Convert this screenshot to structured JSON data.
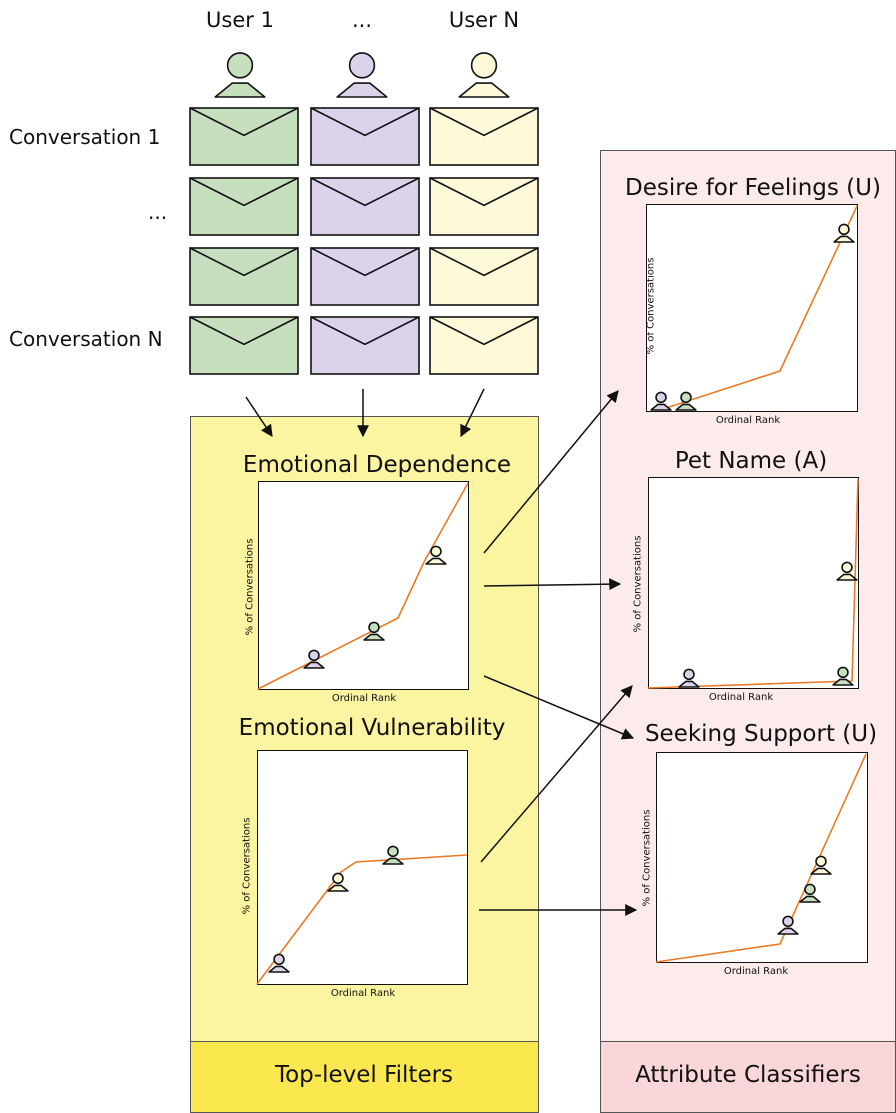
{
  "users": [
    {
      "label": "User 1",
      "color": "#c6dfbe"
    },
    {
      "label": "...",
      "color": "#dcd2ea"
    },
    {
      "label": "User N",
      "color": "#fdf9d9"
    }
  ],
  "conversation_rows": [
    "Conversation 1",
    "",
    "...",
    "Conversation N"
  ],
  "colors": {
    "green": "#c6dfbe",
    "purple": "#dcd2ea",
    "cream": "#fdf9d9",
    "filters_panel": "#fbf4a1",
    "filters_footer": "#fbe84f",
    "classifiers_panel": "#fcebea",
    "classifiers_footer": "#f9d6d9",
    "curve": "#ea7a24"
  },
  "top_filters": {
    "footer_label": "Top-level Filters",
    "charts": [
      {
        "title": "Emotional Dependence",
        "xlabel": "Ordinal Rank",
        "ylabel": "% of Conversations"
      },
      {
        "title": "Emotional Vulnerability",
        "xlabel": "Ordinal Rank",
        "ylabel": "% of Conversations"
      }
    ]
  },
  "attribute_classifiers": {
    "footer_label": "Attribute Classifiers",
    "charts": [
      {
        "title": "Desire for Feelings (U)",
        "xlabel": "Ordinal Rank",
        "ylabel": "% of Conversations"
      },
      {
        "title": "Pet Name (A)",
        "xlabel": "Ordinal Rank",
        "ylabel": "% of Conversations"
      },
      {
        "title": "Seeking Support (U)",
        "xlabel": "Ordinal Rank",
        "ylabel": "% of Conversations"
      }
    ]
  }
}
